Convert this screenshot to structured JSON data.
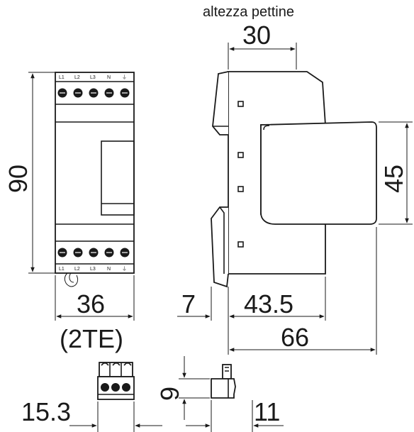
{
  "header": {
    "caption": "altezza pettine"
  },
  "front_view": {
    "terminal_labels": [
      "L1",
      "L2",
      "L3",
      "N",
      "⏚"
    ],
    "dimensions": {
      "height": "90",
      "width": "36",
      "width_modules": "(2TE)"
    }
  },
  "side_view": {
    "dimensions": {
      "comb_height": "30",
      "front_height": "45",
      "rail_offset": "7",
      "body_depth": "43.5",
      "total_depth": "66"
    }
  },
  "connector": {
    "dimensions": {
      "width": "15.3",
      "height": "9",
      "depth": "11"
    }
  }
}
